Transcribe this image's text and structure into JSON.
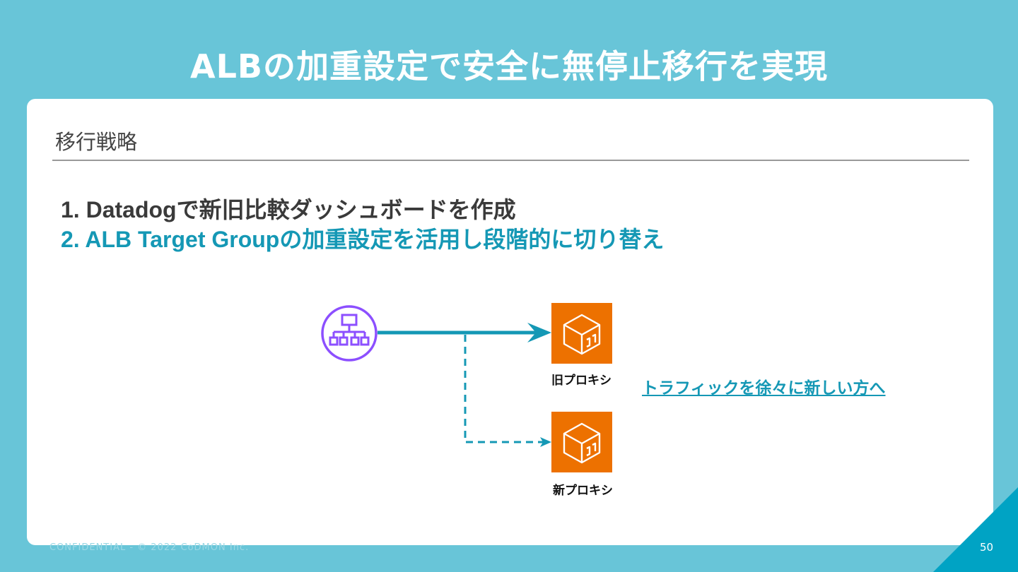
{
  "slide": {
    "title": "ALBの加重設定で安全に無停止移行を実現",
    "page_number": "50",
    "footer": "CONFIDENTIAL - © 2022 CoDMON Inc."
  },
  "section": {
    "heading": "移行戦略"
  },
  "points": [
    {
      "text": "1. Datadogで新旧比較ダッシュボードを作成"
    },
    {
      "text": "2. ALB Target Groupの加重設定を活用し段階的に切り替え"
    }
  ],
  "diagram": {
    "source_icon": "load-balancer-icon",
    "old_proxy_label": "旧プロキシ",
    "new_proxy_label": "新プロキシ",
    "proxy_icon": "ec2-instance-icon",
    "note": "トラフィックを徐々に新しい方へ"
  },
  "colors": {
    "background": "#68c5d8",
    "accent": "#1598b5",
    "proxy": "#ed7100",
    "alb": "#8c4fff"
  }
}
